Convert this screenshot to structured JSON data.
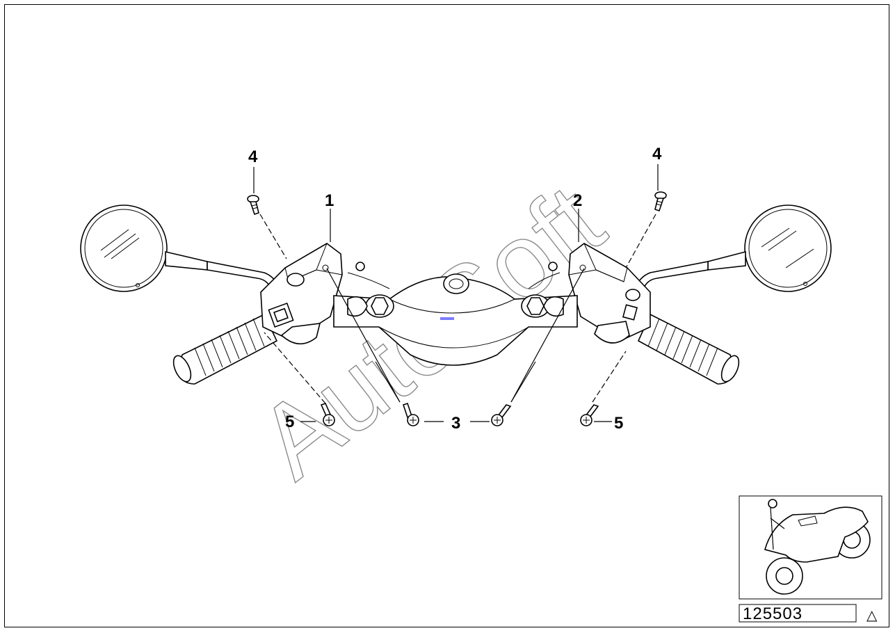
{
  "callouts": {
    "part_1": "1",
    "part_2": "2",
    "part_3": "3",
    "part_4_left": "4",
    "part_4_right": "4",
    "part_5_left": "5",
    "part_5_right": "5"
  },
  "watermark": "AutoSoft",
  "reference_number": "125503",
  "warning_symbol": "△",
  "icons": {
    "thumbnail": "motorcycle-icon",
    "warning": "warning-triangle-icon"
  },
  "colors": {
    "line": "#000000",
    "watermark": "#8a8a8a",
    "background": "#ffffff"
  }
}
